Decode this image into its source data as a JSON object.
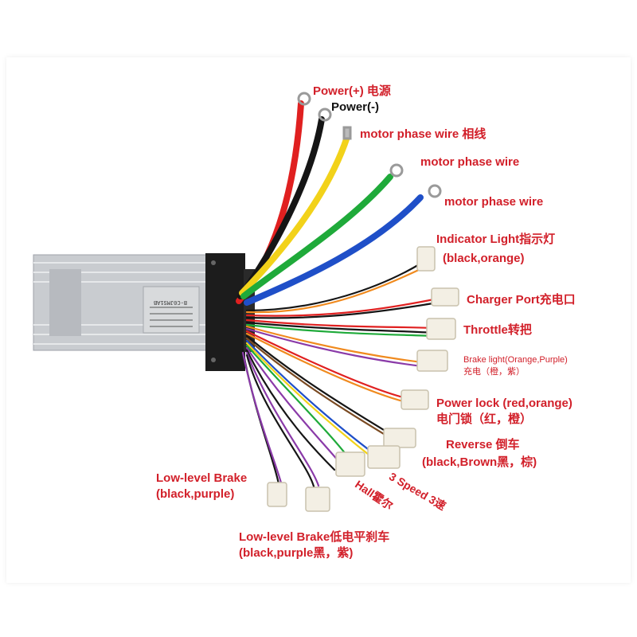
{
  "labels": {
    "power_plus": "Power(+) 电源",
    "power_minus": "Power(-)",
    "motor_phase_1": "motor phase wire 相线",
    "motor_phase_2": "motor phase wire",
    "motor_phase_3": "motor phase wire",
    "indicator_light_1": "Indicator Light指示灯",
    "indicator_light_2": "(black,orange)",
    "charger_port": "Charger Port充电口",
    "throttle": "Throttle转把",
    "brake_light_1": "Brake light(Orange,Purple)",
    "brake_light_2": "充电（橙，紫）",
    "power_lock_1": "Power lock (red,orange)",
    "power_lock_2": "电门锁（红，橙）",
    "reverse_1": "Reverse 倒车",
    "reverse_2": "(black,Brown黑，棕)",
    "speed3": "3 Speed 3速",
    "hall": "Hall霍尔",
    "low_brake_left_1": "Low-level Brake",
    "low_brake_left_2": "(black,purple)",
    "low_brake_bottom_1": "Low-level Brake低电平刹车",
    "low_brake_bottom_2": "(black,purple黑，紫)"
  },
  "controller_plate_text": "B-C0JMS1AB",
  "wire_colors": {
    "red": "#e02020",
    "black": "#151515",
    "yellow": "#f2d21a",
    "green": "#1faa3a",
    "blue": "#1f4fc8",
    "orange": "#f08a1e",
    "purple": "#8a3aa8",
    "brown": "#7a4a22"
  },
  "label_color": "#d2202a"
}
